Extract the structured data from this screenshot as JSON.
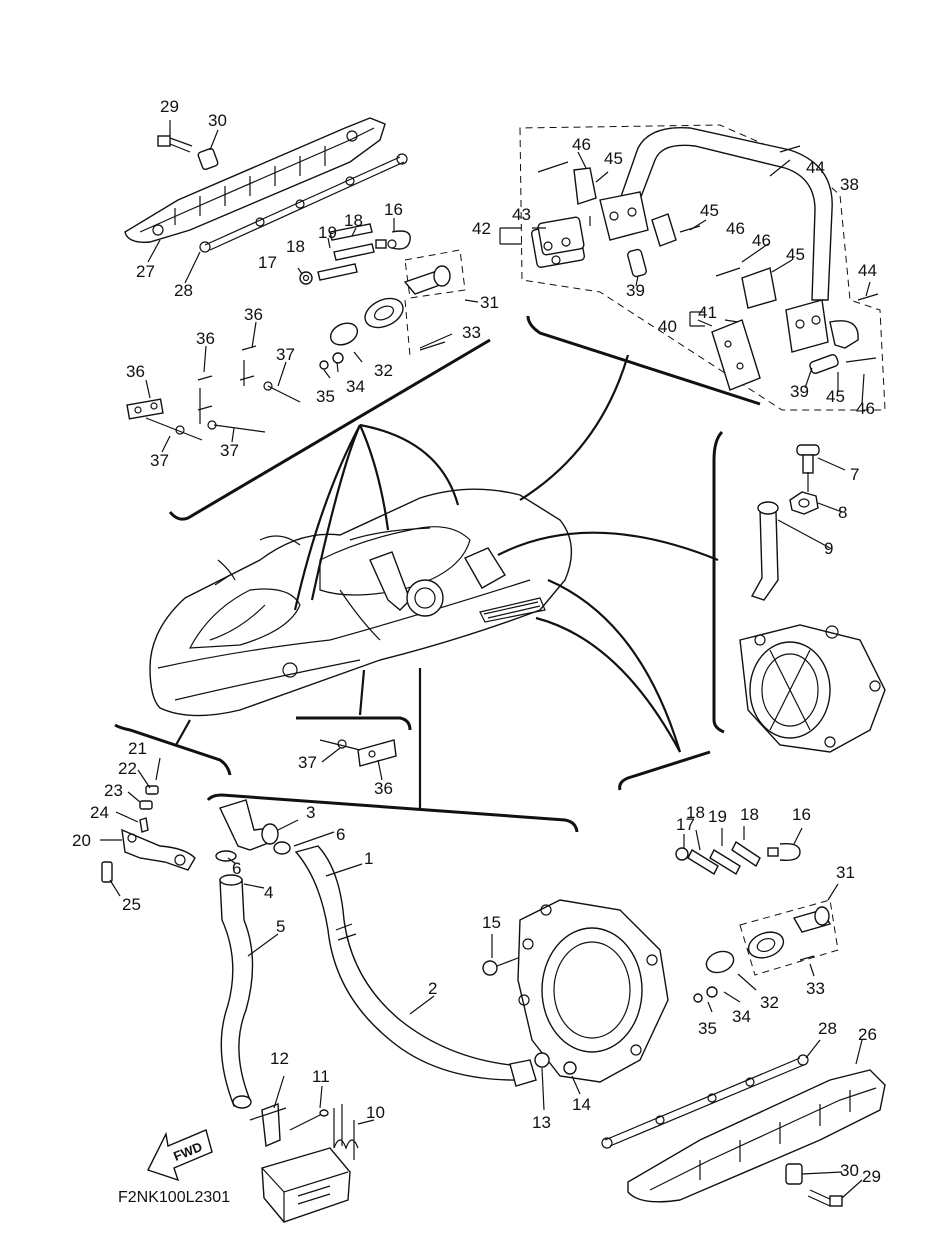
{
  "diagram_code": "F2NK100L2301",
  "fwd_label": "FWD",
  "callouts": {
    "c1": "1",
    "c2": "2",
    "c3": "3",
    "c4": "4",
    "c5": "5",
    "c6a": "6",
    "c6b": "6",
    "c7": "7",
    "c8": "8",
    "c9": "9",
    "c10": "10",
    "c11": "11",
    "c12": "12",
    "c13": "13",
    "c14": "14",
    "c15": "15",
    "c16a": "16",
    "c16b": "16",
    "c17a": "17",
    "c17b": "17",
    "c18a": "18",
    "c18b": "18",
    "c18c": "18",
    "c18d": "18",
    "c19a": "19",
    "c19b": "19",
    "c20": "20",
    "c21": "21",
    "c22": "22",
    "c23": "23",
    "c24": "24",
    "c25": "25",
    "c26": "26",
    "c27": "27",
    "c28a": "28",
    "c28b": "28",
    "c29a": "29",
    "c29b": "29",
    "c30a": "30",
    "c30b": "30",
    "c31a": "31",
    "c31b": "31",
    "c32a": "32",
    "c32b": "32",
    "c33a": "33",
    "c33b": "33",
    "c34a": "34",
    "c34b": "34",
    "c35a": "35",
    "c35b": "35",
    "c36a": "36",
    "c36b": "36",
    "c36c": "36",
    "c36d": "36",
    "c37a": "37",
    "c37b": "37",
    "c37c": "37",
    "c37d": "37",
    "c38": "38",
    "c39a": "39",
    "c39b": "39",
    "c40": "40",
    "c41": "41",
    "c42": "42",
    "c43": "43",
    "c44a": "44",
    "c44b": "44",
    "c45a": "45",
    "c45b": "45",
    "c45c": "45",
    "c45d": "45",
    "c46a": "46",
    "c46b": "46",
    "c46c": "46",
    "c46d": "46"
  }
}
